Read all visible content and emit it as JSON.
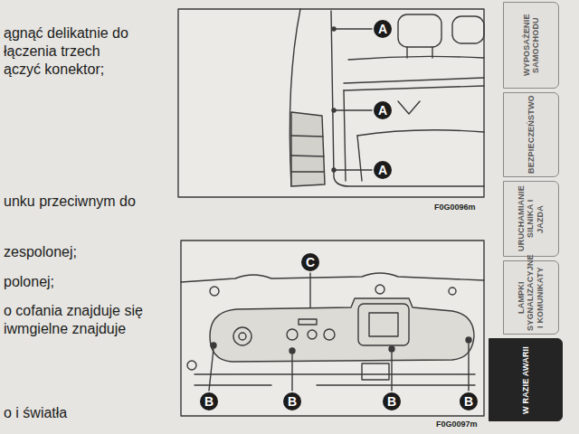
{
  "diagram": {
    "nodes": [
      {
        "text": [
          "WYPOSAŻENIE SAMOCHODU"
        ]
      },
      {
        "text": [
          "BEZPIECZEŃSTWO"
        ]
      },
      {
        "text": [
          "URUCHAMIANIE SILNIKA I JAZDA"
        ]
      },
      {
        "text": [
          "LAMPKI SYGNALIZACYJNE I KOMUNIKATY"
        ]
      },
      {
        "text": [
          "W RAZIE AWARII"
        ]
      }
    ],
    "labels": [
      "ągnąć delikatnie do",
      "łączenia trzech",
      "ączyć konektor;",
      "unku przeciwnym do",
      "zespolonej;",
      "polonej;",
      "o cofania znajduje się",
      "iwmgielne znajduje",
      "o i światła",
      "A",
      "A",
      "A",
      "F0G0096m",
      "C",
      "B",
      "B",
      "B",
      "B",
      "F0G0097m"
    ]
  }
}
